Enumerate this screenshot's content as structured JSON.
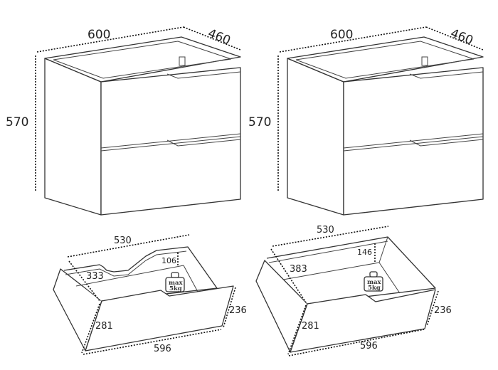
{
  "cabinet_left": {
    "width": "600",
    "depth": "460",
    "height": "570"
  },
  "cabinet_right": {
    "width": "600",
    "depth": "460",
    "height": "570"
  },
  "drawer_left": {
    "length": "530",
    "inner_depth": "333",
    "notch_height": "106",
    "side_height": "281",
    "front_height": "236",
    "front_width": "596",
    "weight_line1": "max",
    "weight_line2": "5kg"
  },
  "drawer_right": {
    "length": "530",
    "inner_depth": "383",
    "back_height": "146",
    "side_height": "281",
    "front_height": "236",
    "front_width": "596",
    "weight_line1": "max",
    "weight_line2": "5kg"
  }
}
